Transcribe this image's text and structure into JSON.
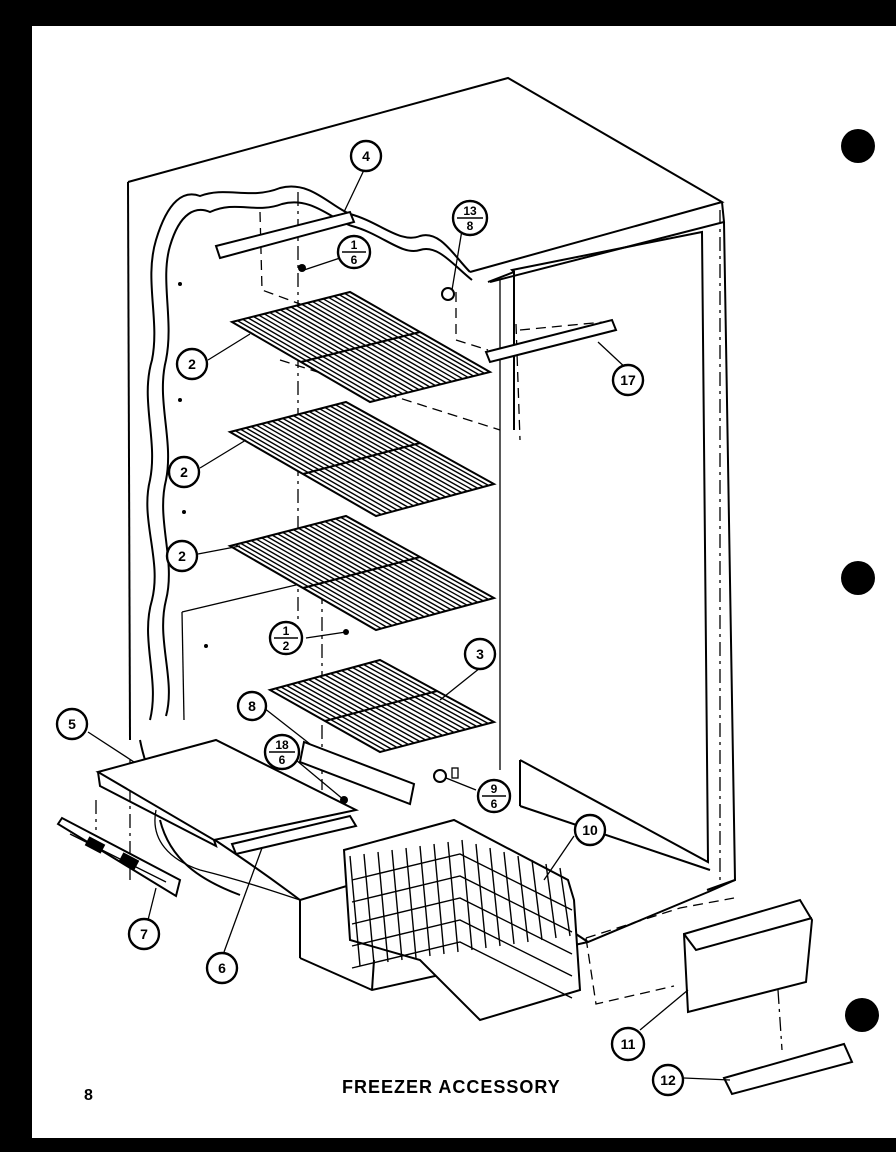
{
  "caption": {
    "page_number": "8",
    "title": "FREEZER ACCESSORY"
  },
  "callouts": [
    {
      "id": "c4",
      "label": "4"
    },
    {
      "id": "c13",
      "label": "13",
      "sub": "8"
    },
    {
      "id": "c1a",
      "label": "1",
      "sub": "6"
    },
    {
      "id": "c17",
      "label": "17"
    },
    {
      "id": "c2a",
      "label": "2"
    },
    {
      "id": "c2b",
      "label": "2"
    },
    {
      "id": "c2c",
      "label": "2"
    },
    {
      "id": "c1b",
      "label": "1",
      "sub": "2"
    },
    {
      "id": "c3",
      "label": "3"
    },
    {
      "id": "c8",
      "label": "8"
    },
    {
      "id": "c5",
      "label": "5"
    },
    {
      "id": "c18",
      "label": "18",
      "sub": "6"
    },
    {
      "id": "c9",
      "label": "9",
      "sub": "6"
    },
    {
      "id": "c10",
      "label": "10"
    },
    {
      "id": "c7",
      "label": "7"
    },
    {
      "id": "c6",
      "label": "6"
    },
    {
      "id": "c11",
      "label": "11"
    },
    {
      "id": "c12",
      "label": "12"
    }
  ]
}
